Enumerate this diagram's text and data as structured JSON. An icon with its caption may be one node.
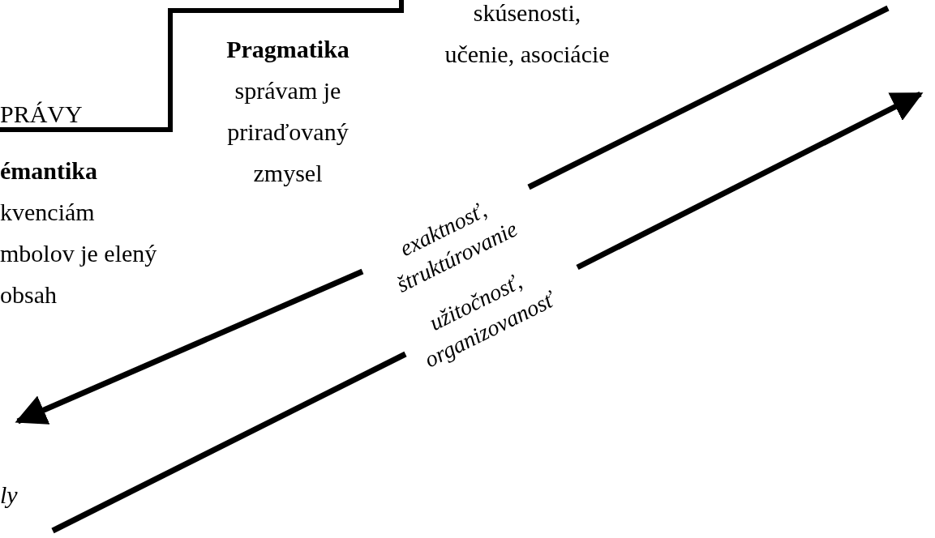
{
  "diagram": {
    "labels": [
      "skúsenosti, učenie, asociácie",
      "PRÁVY",
      "Pragmatika",
      "správam je priraďovaný zmysel",
      "émantika",
      "kvenciám mbolov je elený obsah",
      "exaktnosť, štruktúrovanie",
      "užitočnosť, organizovanosť",
      "ly"
    ]
  }
}
